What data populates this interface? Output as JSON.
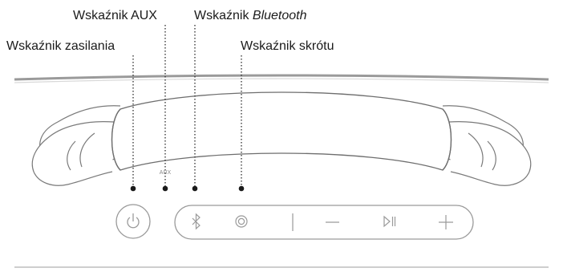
{
  "callouts": {
    "aux": "Wskaźnik AUX",
    "bluetooth_prefix": "Wskaźnik ",
    "bluetooth_word": "Bluetooth",
    "power": "Wskaźnik zasilania",
    "shortcut": "Wskaźnik skrótu"
  },
  "device": {
    "aux_label": "AUX"
  }
}
